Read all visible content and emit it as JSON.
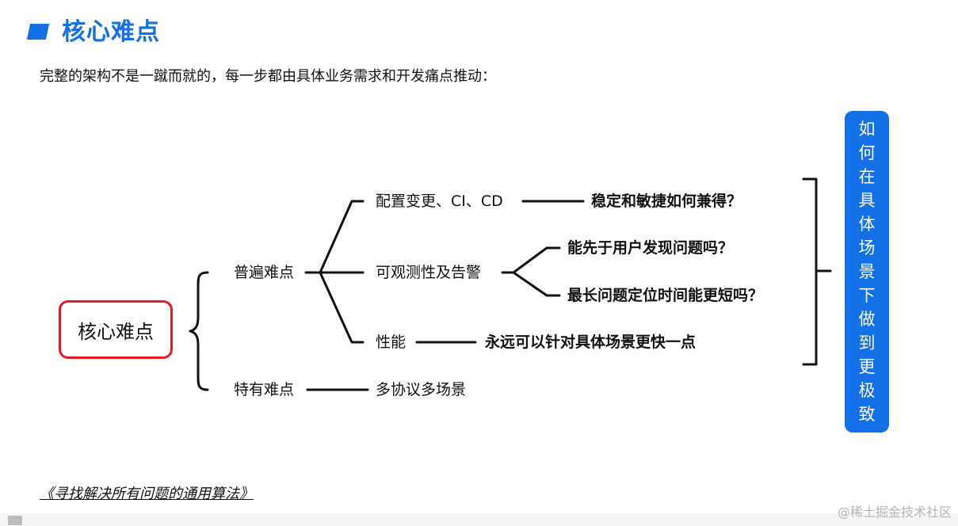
{
  "colors": {
    "accent": "#1470e6",
    "core_border": "#e31b23",
    "line": "#111111",
    "watermark": "#b5b5b5"
  },
  "header": {
    "marker_icon": "blue-square-marker",
    "title": "核心难点",
    "subtitle": "完整的架构不是一蹴而就的，每一步都由具体业务需求和开发痛点推动："
  },
  "diagram": {
    "root": "核心难点",
    "common": {
      "label": "普遍难点",
      "branches": [
        {
          "label": "配置变更、CI、CD",
          "outcomes": [
            "稳定和敏捷如何兼得？"
          ]
        },
        {
          "label": "可观测性及告警",
          "outcomes": [
            "能先于用户发现问题吗？",
            "最长问题定位时间能更短吗？"
          ]
        },
        {
          "label": "性能",
          "outcomes": [
            "永远可以针对具体场景更快一点"
          ]
        }
      ]
    },
    "specific": {
      "label": "特有难点",
      "branch": "多协议多场景"
    },
    "goal_chars": [
      "如",
      "何",
      "在",
      "具",
      "体",
      "场",
      "景",
      "下",
      "做",
      "到",
      "更",
      "极",
      "致"
    ]
  },
  "footer": {
    "link": "《寻找解决所有问题的通用算法》",
    "watermark": "@稀土掘金技术社区"
  }
}
